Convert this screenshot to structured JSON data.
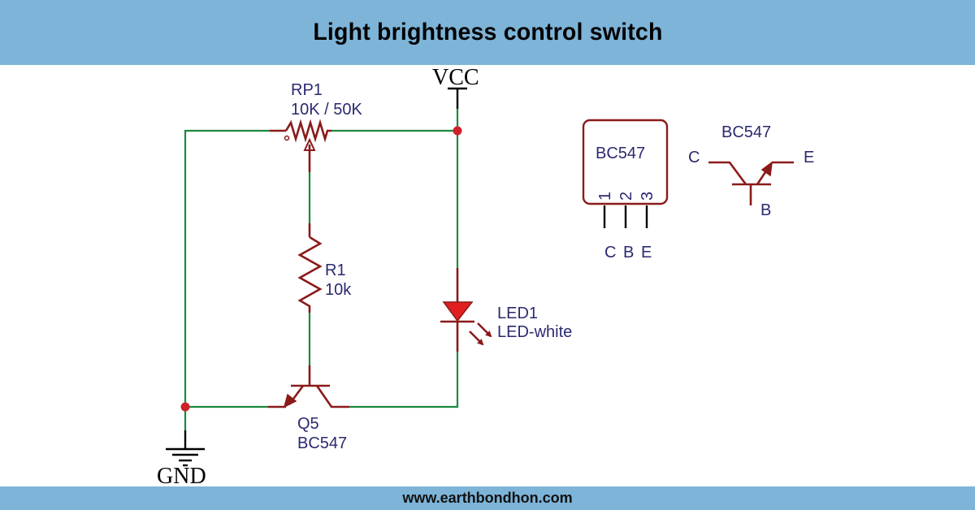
{
  "header": {
    "title": "Light brightness control switch"
  },
  "footer": {
    "url": "www.earthbondhon.com"
  },
  "colors": {
    "banner": "#7db4d8",
    "wire": "#1a8a3e",
    "component": "#8b1a1a",
    "junction": "#d0202a",
    "led_fill": "#e02020",
    "label": "#2a2a70"
  },
  "circuit": {
    "power": {
      "vcc_label": "VCC",
      "gnd_label": "GND"
    },
    "potentiometer": {
      "ref": "RP1",
      "value": "10K / 50K"
    },
    "resistor": {
      "ref": "R1",
      "value": "10k"
    },
    "led": {
      "ref": "LED1",
      "value": "LED-white"
    },
    "transistor": {
      "ref": "Q5",
      "value": "BC547"
    }
  },
  "pinout": {
    "package_label": "BC547",
    "pin_numbers": [
      "1",
      "2",
      "3"
    ],
    "pin_names": [
      "C",
      "B",
      "E"
    ],
    "symbol_title": "BC547",
    "symbol_pins": {
      "collector": "C",
      "emitter": "E",
      "base": "B"
    }
  }
}
